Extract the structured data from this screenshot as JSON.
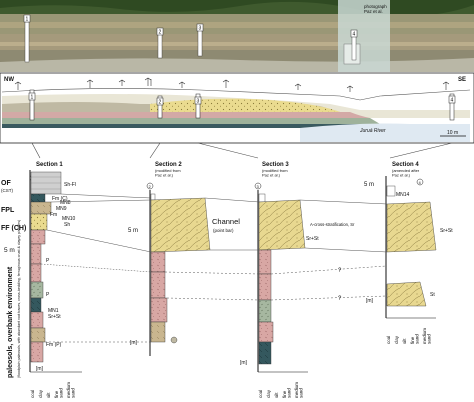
{
  "photo": {
    "markers": [
      "1",
      "2",
      "3",
      "4"
    ],
    "note": "photograph\nPaz et al."
  },
  "cross_section": {
    "left_label": "NW",
    "right_label": "SE",
    "markers": [
      "1",
      "2",
      "3",
      "4"
    ],
    "river_label": "Juruá River",
    "scale_label": "10 m"
  },
  "facies_labels": [
    "OF",
    "(CST)",
    "FPL",
    "FF (CH)",
    "5 m"
  ],
  "environment_label": "paleosols, overbank environment",
  "environment_sublabel": "(floodplain paleosols, with abundant root traces, cross-bedding, ferruginous crust & clayey pisoliths)",
  "sections": [
    {
      "title": "Section 1",
      "subtitle": "",
      "marker": "1"
    },
    {
      "title": "Section 2",
      "subtitle": "(modified from\nPaz et al.)",
      "marker": "2"
    },
    {
      "title": "Section 3",
      "subtitle": "(modified from\nPaz et al.)",
      "marker": "3"
    },
    {
      "title": "Section 4",
      "subtitle": "(amended after\nPaz et al.)",
      "marker": "4"
    }
  ],
  "channel_label": "Channel",
  "channel_sublabel": "(point bar)",
  "cross_strat_label": "A-cross-stratification, Sr",
  "scale_5m": "5 m",
  "scale_m": "[m]",
  "question_mark": "?",
  "grain_axis": [
    "coal",
    "clay",
    "silt",
    "fine\nsand",
    "medium\nsand"
  ],
  "sample_labels": [
    "MN8",
    "MN9",
    "MN10",
    "MN1",
    "MN14"
  ],
  "facies_codes": [
    "Sh-Fl",
    "Fm (C)",
    "Fm",
    "Sh",
    "P",
    "Fm (P)",
    "St",
    "Sr+St"
  ],
  "colors": {
    "sand": "#e8d98a",
    "clay_pink": "#d9aaa7",
    "silt_green": "#a7b8a2",
    "grey": "#c4c4c4",
    "dark": "#2f4f55",
    "river": "#dfe9f2",
    "sky": "#dcebe6"
  }
}
